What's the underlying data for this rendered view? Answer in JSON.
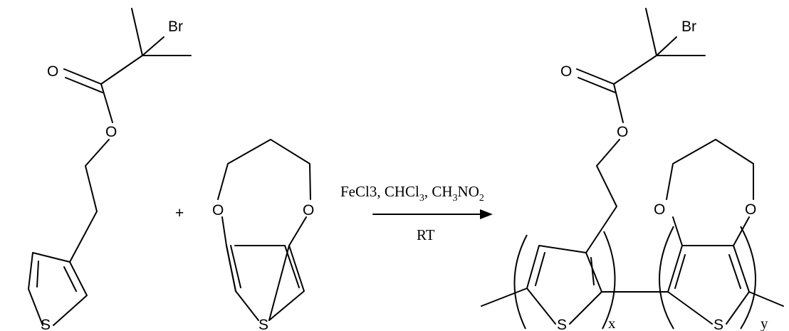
{
  "atoms": {
    "br": "Br",
    "o": "O",
    "s": "S"
  },
  "operators": {
    "plus": "+"
  },
  "conditions": {
    "fecl3": "FeCl3, ",
    "chcl": "CHCl",
    "chcl_sub": "3",
    "sep": ", ",
    "ch": "CH",
    "ch_sub": "3",
    "no": "NO",
    "no_sub": "2",
    "temperature": "RT"
  },
  "subscripts": {
    "x": "x",
    "y": "y"
  }
}
